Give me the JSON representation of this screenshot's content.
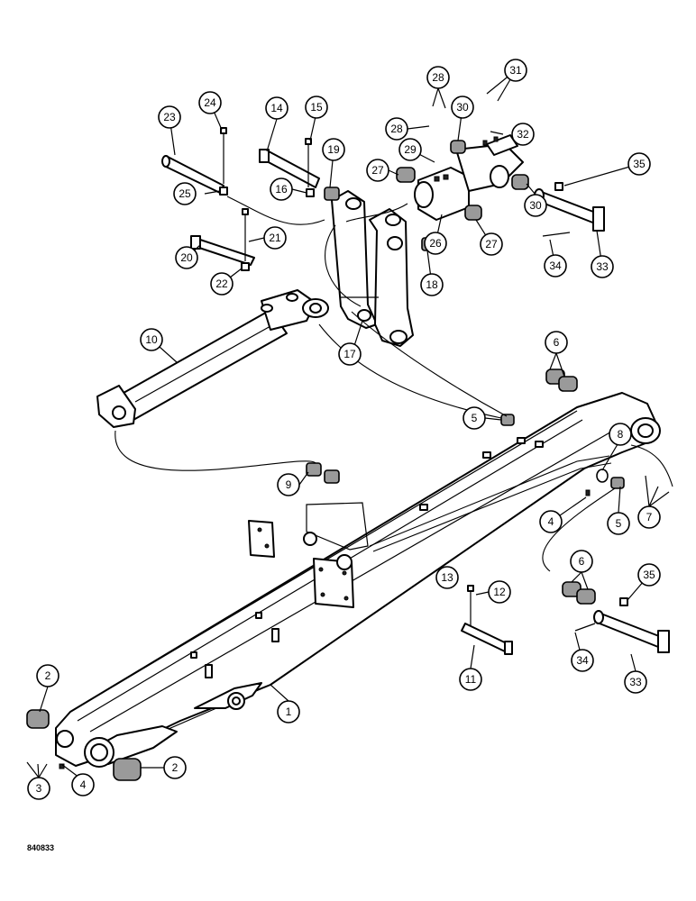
{
  "figure_code": "840833",
  "callouts": [
    {
      "id": "c1",
      "label": "1"
    },
    {
      "id": "c2a",
      "label": "2"
    },
    {
      "id": "c2b",
      "label": "2"
    },
    {
      "id": "c3",
      "label": "3"
    },
    {
      "id": "c4a",
      "label": "4"
    },
    {
      "id": "c4b",
      "label": "4"
    },
    {
      "id": "c5a",
      "label": "5"
    },
    {
      "id": "c5b",
      "label": "5"
    },
    {
      "id": "c6a",
      "label": "6"
    },
    {
      "id": "c6b",
      "label": "6"
    },
    {
      "id": "c7",
      "label": "7"
    },
    {
      "id": "c8",
      "label": "8"
    },
    {
      "id": "c9",
      "label": "9"
    },
    {
      "id": "c10",
      "label": "10"
    },
    {
      "id": "c11",
      "label": "11"
    },
    {
      "id": "c12",
      "label": "12"
    },
    {
      "id": "c13",
      "label": "13"
    },
    {
      "id": "c14",
      "label": "14"
    },
    {
      "id": "c15",
      "label": "15"
    },
    {
      "id": "c16",
      "label": "16"
    },
    {
      "id": "c17",
      "label": "17"
    },
    {
      "id": "c18",
      "label": "18"
    },
    {
      "id": "c19",
      "label": "19"
    },
    {
      "id": "c20",
      "label": "20"
    },
    {
      "id": "c21",
      "label": "21"
    },
    {
      "id": "c22",
      "label": "22"
    },
    {
      "id": "c23",
      "label": "23"
    },
    {
      "id": "c24",
      "label": "24"
    },
    {
      "id": "c25",
      "label": "25"
    },
    {
      "id": "c26",
      "label": "26"
    },
    {
      "id": "c27a",
      "label": "27"
    },
    {
      "id": "c27b",
      "label": "27"
    },
    {
      "id": "c28a",
      "label": "28"
    },
    {
      "id": "c28b",
      "label": "28"
    },
    {
      "id": "c29",
      "label": "29"
    },
    {
      "id": "c30a",
      "label": "30"
    },
    {
      "id": "c30b",
      "label": "30"
    },
    {
      "id": "c31",
      "label": "31"
    },
    {
      "id": "c32",
      "label": "32"
    },
    {
      "id": "c33a",
      "label": "33"
    },
    {
      "id": "c33b",
      "label": "33"
    },
    {
      "id": "c34a",
      "label": "34"
    },
    {
      "id": "c34b",
      "label": "34"
    },
    {
      "id": "c35a",
      "label": "35"
    },
    {
      "id": "c35b",
      "label": "35"
    }
  ]
}
